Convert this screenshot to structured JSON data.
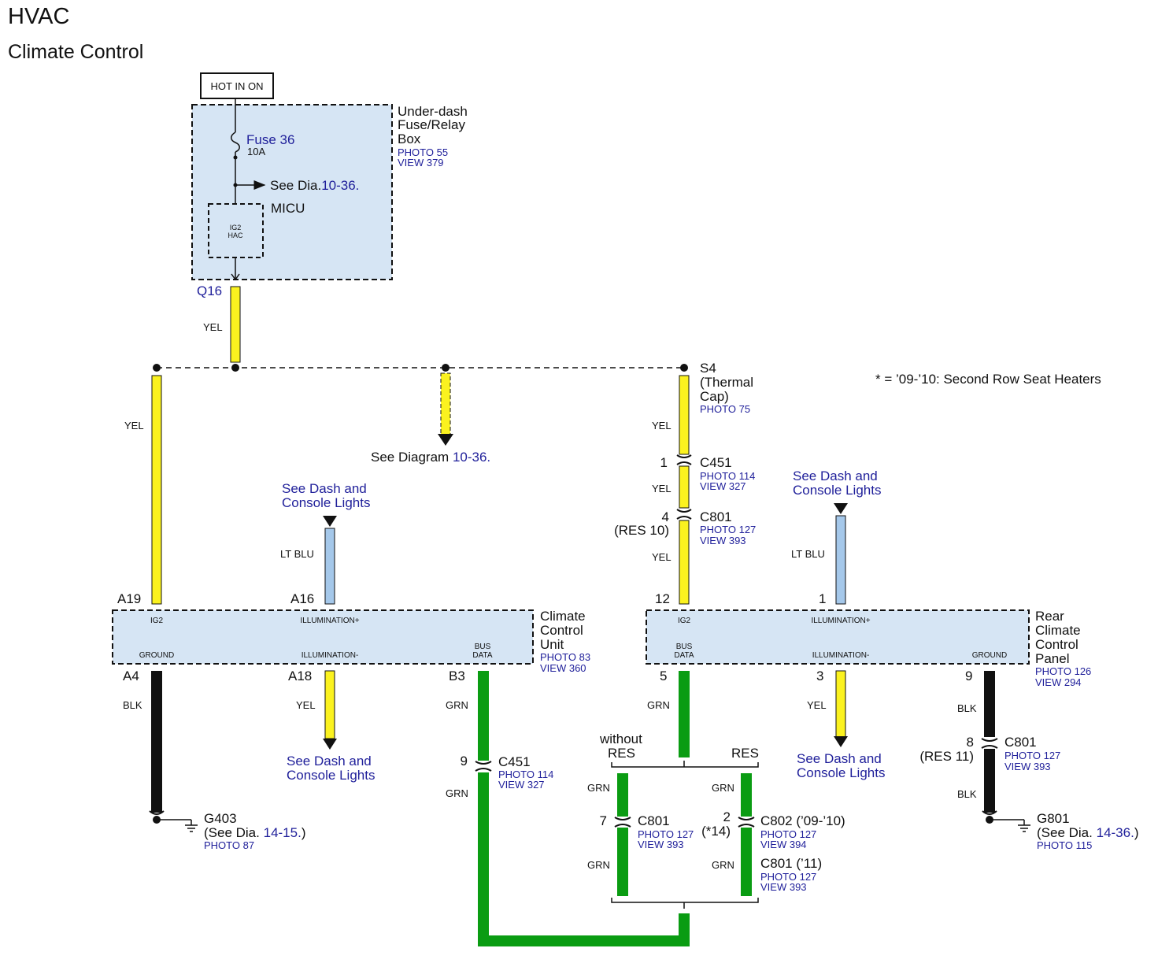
{
  "header": {
    "title": "HVAC",
    "subtitle": "Climate Control"
  },
  "power": {
    "hot_label": "HOT IN ON"
  },
  "fuse_box": {
    "name_lines": [
      "Under-dash",
      "Fuse/Relay",
      "Box"
    ],
    "photo": "PHOTO 55",
    "view": "VIEW 379",
    "fuse_name": "Fuse 36",
    "fuse_rating": "10A",
    "see_prefix": "See Dia.",
    "see_ref": "10-36.",
    "micu_label": "MICU",
    "micu_pins": [
      "IG2",
      "HAC"
    ],
    "output_pin": "Q16"
  },
  "note": "* =  ’09-’10: Second Row Seat Heaters",
  "wires": {
    "yel": "YEL",
    "lt_blu": "LT BLU",
    "blk": "BLK",
    "grn": "GRN"
  },
  "splice": {
    "name": "S4",
    "lines": [
      "(Thermal",
      "Cap)"
    ],
    "photo": "PHOTO 75"
  },
  "see_diagram": {
    "prefix": "See Diagram",
    "ref": "10-36."
  },
  "dash_lights": [
    "See Dash and",
    "Console Lights"
  ],
  "connectors": {
    "c451_top": {
      "pin": "1",
      "name": "C451",
      "photo": "PHOTO 114",
      "view": "VIEW 327"
    },
    "c801_top": {
      "pin": "4",
      "name": "C801",
      "res": "(RES 10)",
      "photo": "PHOTO 127",
      "view": "VIEW 393"
    },
    "c451_bottom": {
      "pin": "9",
      "name": "C451",
      "photo": "PHOTO 114",
      "view": "VIEW 327"
    },
    "c801_left": {
      "pin": "7",
      "name": "C801",
      "photo": "PHOTO 127",
      "view": "VIEW 393"
    },
    "c802": {
      "pin": "2",
      "name": "C802 (’09-’10)",
      "star": "(*14)",
      "photo": "PHOTO 127",
      "view": "VIEW 394"
    },
    "c801_11": {
      "name": "C801 (’11)",
      "photo": "PHOTO 127",
      "view": "VIEW 393"
    },
    "c801_rear": {
      "pin": "8",
      "name": "C801",
      "res": "(RES 11)",
      "photo": "PHOTO 127",
      "view": "VIEW 393"
    }
  },
  "branch_labels": {
    "without_res": [
      "without",
      "RES"
    ],
    "res": "RES"
  },
  "climate_unit": {
    "name_lines": [
      "Climate",
      "Control",
      "Unit"
    ],
    "photo": "PHOTO 83",
    "view": "VIEW 360",
    "pins": {
      "ig2": "IG2",
      "illum_plus": "ILLUMINATION+",
      "ground": "GROUND",
      "illum_minus": "ILLUMINATION-",
      "bus_data": [
        "BUS",
        "DATA"
      ]
    },
    "terminals": {
      "a19": "A19",
      "a16": "A16",
      "a4": "A4",
      "a18": "A18",
      "b3": "B3"
    }
  },
  "rear_panel": {
    "name_lines": [
      "Rear",
      "Climate",
      "Control",
      "Panel"
    ],
    "photo": "PHOTO 126",
    "view": "VIEW 294",
    "pins": {
      "ig2": "IG2",
      "illum_plus": "ILLUMINATION+",
      "bus_data": [
        "BUS",
        "DATA"
      ],
      "illum_minus": "ILLUMINATION-",
      "ground": "GROUND"
    },
    "terminals": {
      "t12": "12",
      "t1": "1",
      "t5": "5",
      "t3": "3",
      "t9": "9"
    }
  },
  "grounds": {
    "g403": {
      "name": "G403",
      "see_prefix": "(See Dia.",
      "see_ref": "14-15.",
      "close": ")",
      "photo": "PHOTO 87"
    },
    "g801": {
      "name": "G801",
      "see_prefix": "(See Dia.",
      "see_ref": "14-36.",
      "close": ")",
      "photo": "PHOTO 115"
    }
  },
  "colors": {
    "yellow": "#fbf21f",
    "blue": "#a5c8ea",
    "green": "#0a9c12",
    "black": "#111111",
    "box_fill": "#d6e5f4",
    "link_blue": "#1f1f9a"
  }
}
